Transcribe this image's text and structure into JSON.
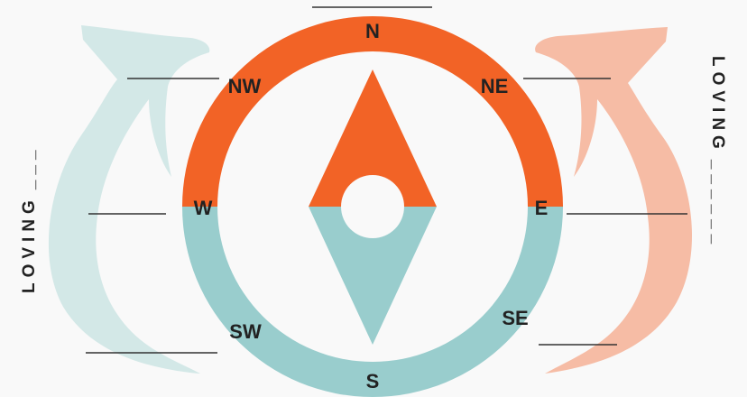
{
  "colors": {
    "background": "#f9f9f9",
    "north_half": "#f26326",
    "south_half": "#99cdcd",
    "left_arrow": "#d3e8e7",
    "right_arrow": "#f6bca5",
    "center": "#f9f9f9"
  },
  "directions": {
    "n": "N",
    "ne": "NE",
    "e": "E",
    "se": "SE",
    "s": "S",
    "sw": "SW",
    "w": "W",
    "nw": "NW"
  },
  "side_labels": {
    "left": "LOVING",
    "right": "LOVING"
  },
  "side_blanks": {
    "left": "___",
    "right": "______"
  },
  "icons": {
    "left_arrow": "curved-arrow-up-icon",
    "right_arrow": "curved-arrow-up-icon",
    "needle": "compass-needle-icon"
  }
}
